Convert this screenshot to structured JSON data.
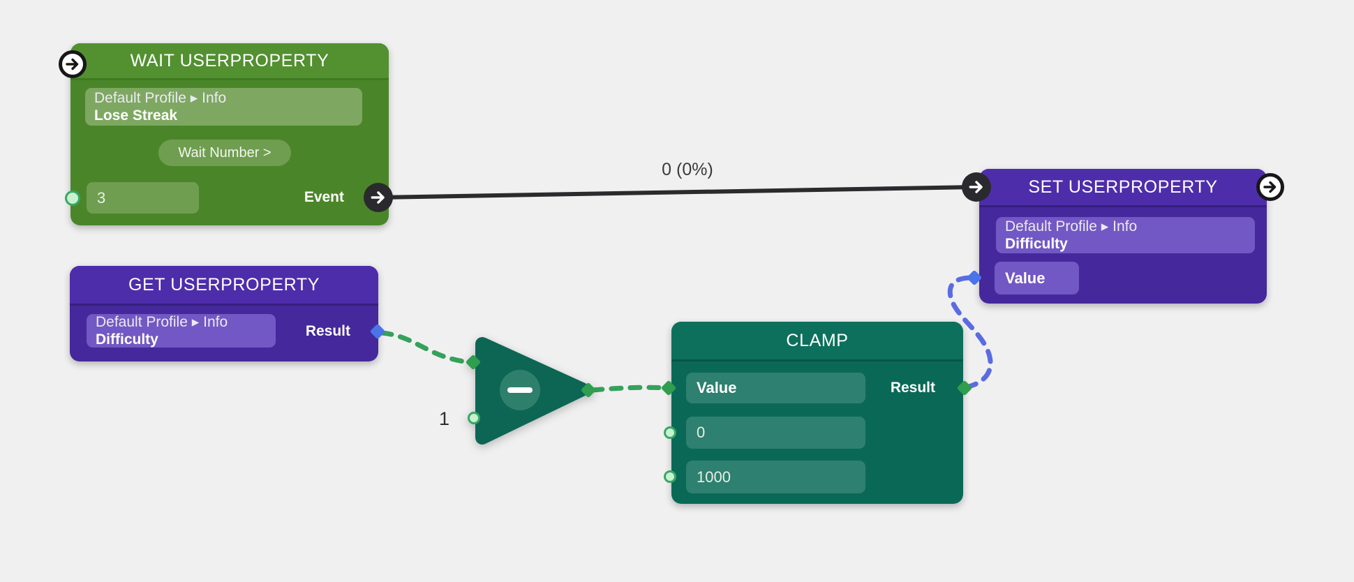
{
  "canvas": {
    "background": "#f0f0f1"
  },
  "colors": {
    "green_node": "#4a8629",
    "purple_node": "#44289c",
    "teal_node": "#0a6956",
    "flow_wire": "#2b2b2e",
    "number_wire_green": "#35a15a",
    "number_wire_blue": "#5b6ce0",
    "port_diamond_green": "#2f9e4e",
    "port_diamond_blue": "#4a74e8",
    "port_dot_fill": "#c6f2cf"
  },
  "icons": {
    "flow_in": "arrow-right-icon",
    "flow_out": "arrow-right-icon",
    "subtract_operator": "minus-icon"
  },
  "wait_node": {
    "title": "WAIT USERPROPERTY",
    "property_field": {
      "path": "Default Profile ▸ Info",
      "name": "Lose Streak"
    },
    "mode_button_label": "Wait Number >",
    "wait_value": "3",
    "event_output_label": "Event"
  },
  "set_node": {
    "title": "SET USERPROPERTY",
    "property_field": {
      "path": "Default Profile ▸ Info",
      "name": "Difficulty"
    },
    "value_input_label": "Value"
  },
  "get_node": {
    "title": "GET USERPROPERTY",
    "property_field": {
      "path": "Default Profile ▸ Info",
      "name": "Difficulty"
    },
    "result_output_label": "Result"
  },
  "subtract_node": {
    "second_operand_value": "1"
  },
  "clamp_node": {
    "title": "CLAMP",
    "value_input_label": "Value",
    "result_output_label": "Result",
    "min_value": "0",
    "max_value": "1000"
  },
  "connections": {
    "event_edge_label": "0 (0%)"
  }
}
